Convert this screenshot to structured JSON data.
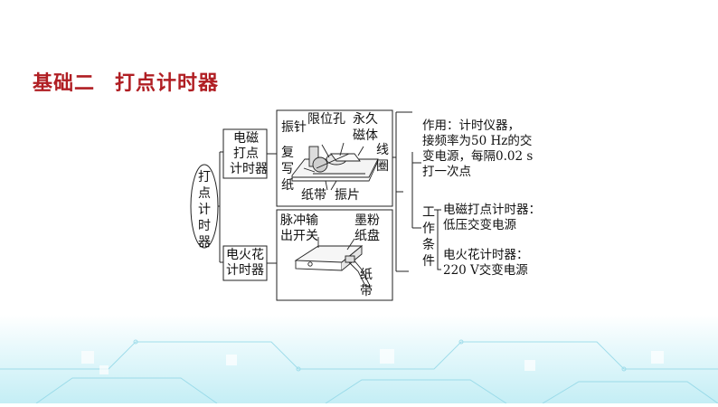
{
  "title": {
    "part1": "基础二",
    "part2": "打点计时器"
  },
  "root": {
    "label": "打点计时器"
  },
  "types": [
    {
      "label_lines": [
        "电磁",
        "打点",
        "计时器"
      ]
    },
    {
      "label_lines": [
        "电火花",
        "计时器"
      ]
    }
  ],
  "em_parts": {
    "zhenzhen": "振针",
    "xianweikong": "限位孔",
    "yongjiu": "永久",
    "citi": "磁体",
    "xian": "线",
    "quan": "圈",
    "fuxiezhi": "复写纸",
    "zhidai": "纸带",
    "zhenpian": "振片"
  },
  "spark_parts": {
    "maichong1": "脉冲输",
    "maichong2": "出开关",
    "mofen1": "墨粉",
    "mofen2": "纸盘",
    "zhi": "纸",
    "dai": "带"
  },
  "function_text": [
    "作用：计时仪器，",
    "接频率为50 Hz的交",
    "变电源，每隔0.02 s",
    "打一次点"
  ],
  "work_condition_label": "工作条件",
  "conditions": [
    {
      "line1": "电磁打点计时器：",
      "line2": "低压交变电源"
    },
    {
      "line1": "电火花计时器：",
      "line2": "220 V交变电源"
    }
  ]
}
